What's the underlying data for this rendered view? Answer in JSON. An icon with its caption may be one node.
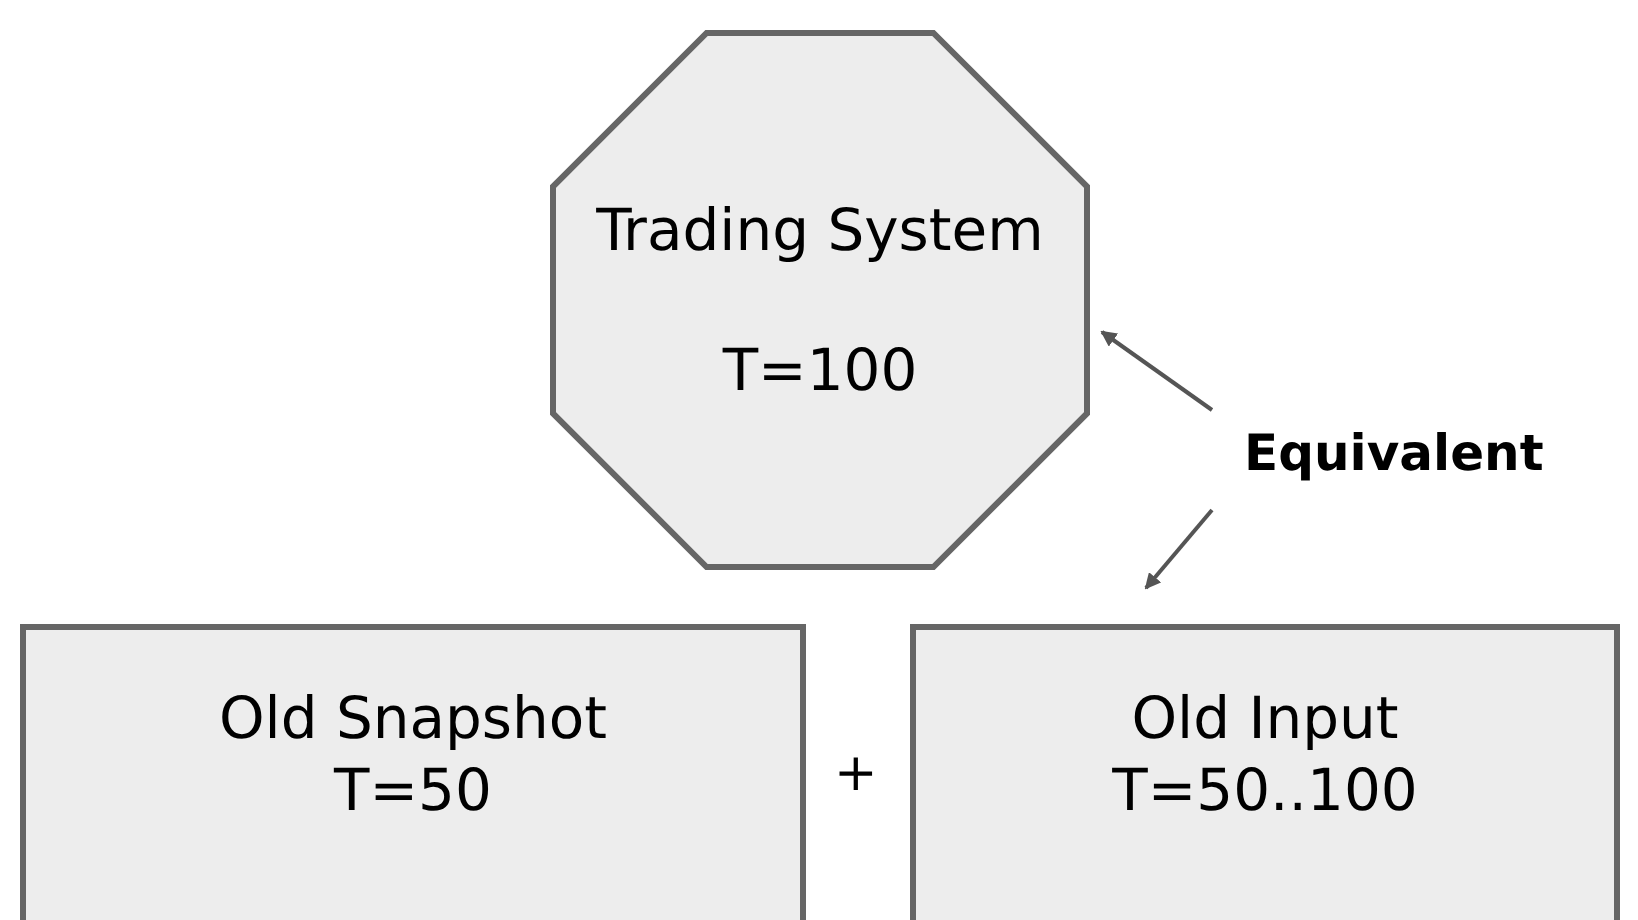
{
  "diagram": {
    "nodes": [
      {
        "text": [
          "Trading System",
          "T=100"
        ]
      },
      {
        "text": [
          "Equivalent"
        ]
      },
      {
        "text": [
          "Old Snapshot",
          "T=50"
        ]
      },
      {
        "text": [
          "Old Input",
          "T=50..100"
        ]
      }
    ],
    "edges": [
      {
        "from": 1,
        "to": 0,
        "arrow": "to"
      },
      {
        "from": 1,
        "to": 3,
        "arrow": "to"
      }
    ],
    "labels": [
      "+"
    ]
  }
}
